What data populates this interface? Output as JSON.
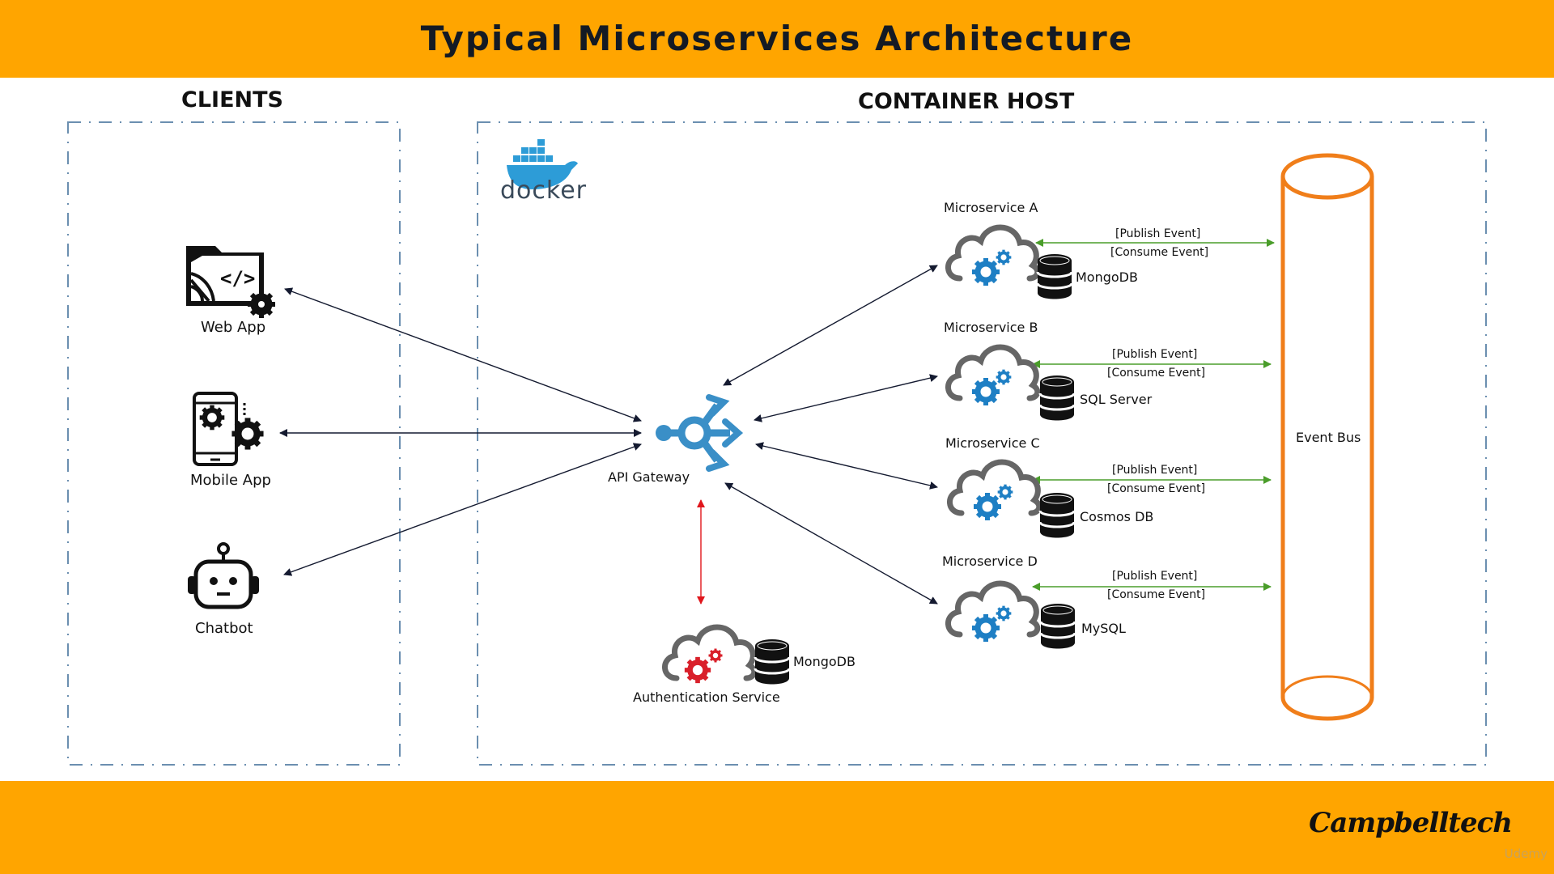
{
  "header": {
    "title": "Typical Microservices Architecture"
  },
  "sections": {
    "clients": "CLIENTS",
    "container_host": "CONTAINER HOST"
  },
  "docker": {
    "label": "docker"
  },
  "clients": [
    {
      "name": "Web App",
      "icon": "web-app-icon"
    },
    {
      "name": "Mobile App",
      "icon": "mobile-app-icon"
    },
    {
      "name": "Chatbot",
      "icon": "chatbot-icon"
    }
  ],
  "gateway": {
    "label": "API Gateway",
    "icon": "api-gateway-icon"
  },
  "auth": {
    "label": "Authentication Service",
    "db": "MongoDB"
  },
  "microservices": [
    {
      "name": "Microservice A",
      "db": "MongoDB"
    },
    {
      "name": "Microservice B",
      "db": "SQL Server"
    },
    {
      "name": "Microservice C",
      "db": "Cosmos DB"
    },
    {
      "name": "Microservice D",
      "db": "MySQL"
    }
  ],
  "events": {
    "publish": "[Publish Event]",
    "consume": "[Consume Event]"
  },
  "event_bus": {
    "label": "Event Bus"
  },
  "footer": {
    "brand": "Campbelltech",
    "platform": "Udemy"
  },
  "colors": {
    "banner": "#FFA500",
    "docker_blue": "#2d9cd7",
    "gear_blue": "#1e7fc4",
    "gear_red": "#d9202a",
    "bus_orange": "#F07E1A",
    "event_green": "#4a9d2a",
    "auth_arrow_red": "#e0161c",
    "dashed_border": "#6b8fb0"
  }
}
